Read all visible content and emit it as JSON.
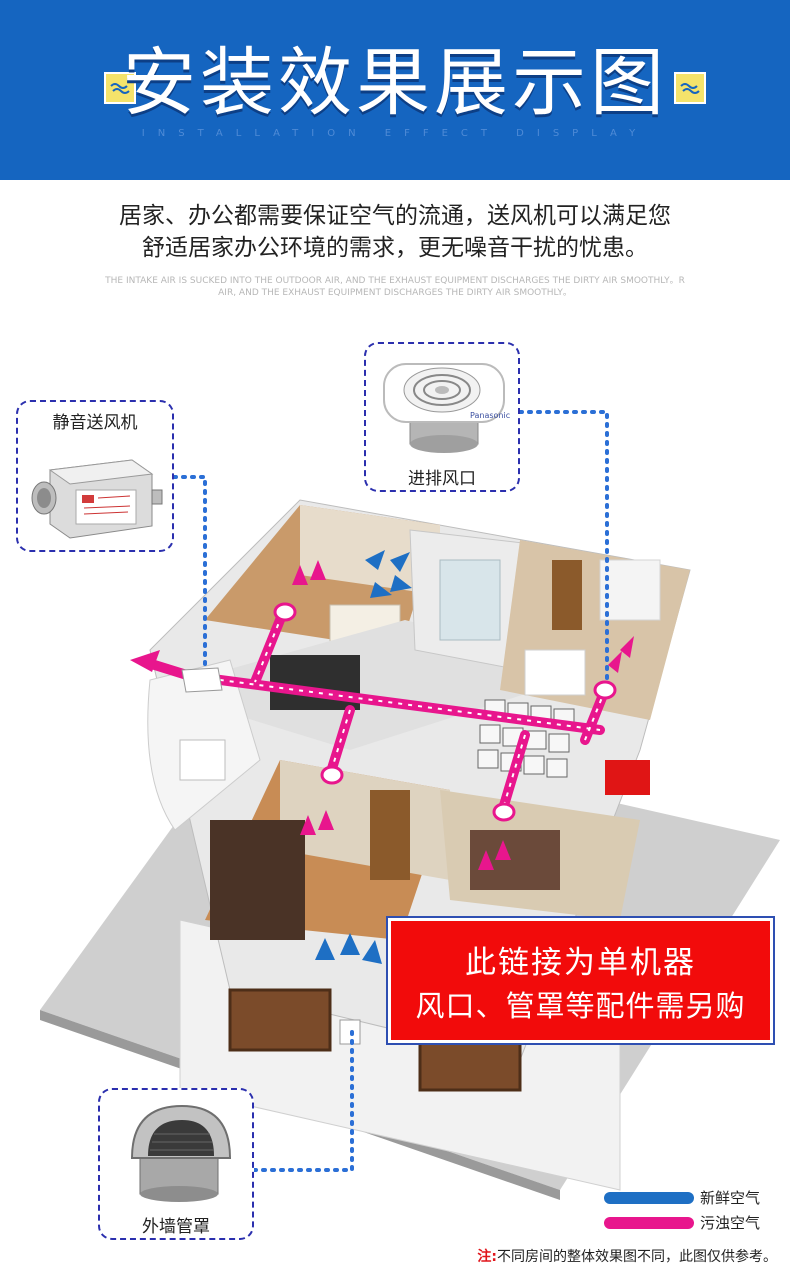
{
  "header": {
    "title": "安装效果展示图",
    "subtitle": "INSTALLATION EFFECT DISPLAY"
  },
  "intro": {
    "line1": "居家、办公都需要保证空气的流通，送风机可以满足您",
    "line2": "舒适居家办公环境的需求，更无噪音干扰的忧患。",
    "english": "THE INTAKE AIR IS SUCKED INTO THE OUTDOOR AIR, AND THE EXHAUST EQUIPMENT DISCHARGES THE DIRTY AIR SMOOTHLY。R AIR, AND THE EXHAUST EQUIPMENT DISCHARGES THE DIRTY AIR SMOOTHLY。"
  },
  "callouts": {
    "fan": "静音送风机",
    "vent": "进排风口",
    "hood": "外墙管罩"
  },
  "vent_brand": "Panasonic",
  "promo": {
    "line1": "此链接为单机器",
    "line2": "风口、管罩等配件需另购"
  },
  "legend": {
    "fresh": "新鲜空气",
    "dirty": "污浊空气"
  },
  "note": {
    "prefix": "注:",
    "text": "不同房间的整体效果图不同，此图仅供参考。"
  },
  "colors": {
    "header_blue": "#1565c0",
    "fresh_air": "#1e6fc4",
    "dirty_air": "#e8168d",
    "promo_red": "#f20b0b",
    "callout_border": "#2b2fae"
  }
}
